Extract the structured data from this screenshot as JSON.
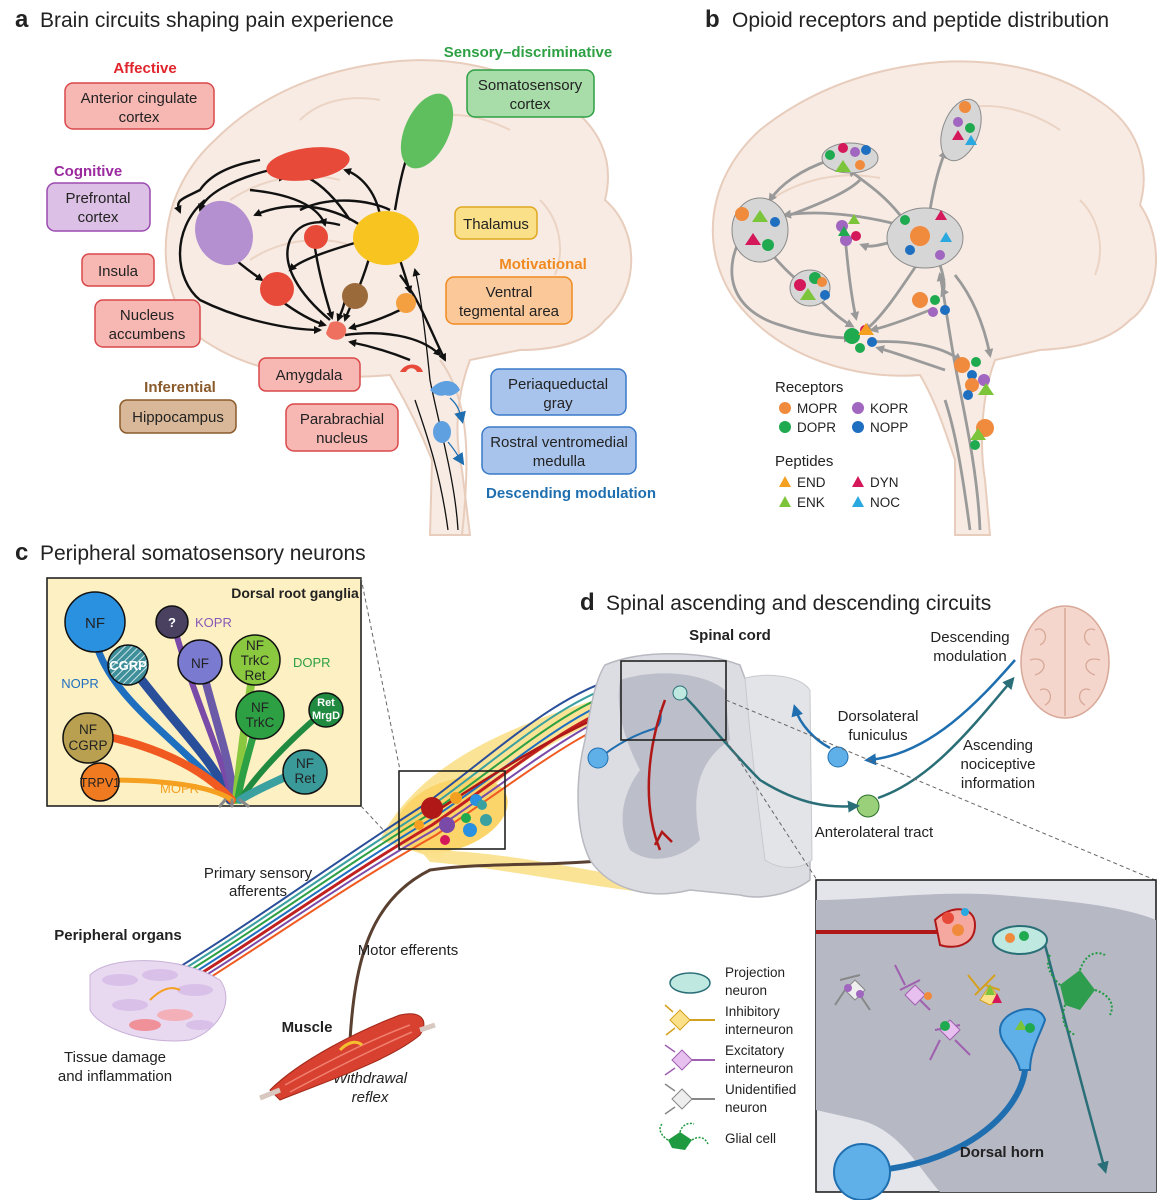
{
  "panel_a": {
    "letter": "a",
    "title": "Brain circuits shaping pain experience",
    "categories": {
      "affective": "Affective",
      "sensory": "Sensory–discriminative",
      "cognitive": "Cognitive",
      "motivational": "Motivational",
      "inferential": "Inferential",
      "descending": "Descending modulation"
    },
    "regions": {
      "acc": [
        "Anterior cingulate",
        "cortex"
      ],
      "somato": [
        "Somatosensory",
        "cortex"
      ],
      "pfc": [
        "Prefrontal",
        "cortex"
      ],
      "thalamus": "Thalamus",
      "insula": "Insula",
      "nacc": [
        "Nucleus",
        "accumbens"
      ],
      "vta": [
        "Ventral",
        "tegmental area"
      ],
      "amygdala": "Amygdala",
      "hippocampus": "Hippocampus",
      "parabrachial": [
        "Parabrachial",
        "nucleus"
      ],
      "pag": [
        "Periaqueductal",
        "gray"
      ],
      "rvm": [
        "Rostral ventromedial",
        "medulla"
      ]
    }
  },
  "panel_b": {
    "letter": "b",
    "title": "Opioid receptors and peptide distribution",
    "receptors_title": "Receptors",
    "receptors": [
      {
        "label": "MOPR",
        "color": "#f08a3c"
      },
      {
        "label": "KOPR",
        "color": "#a066c0"
      },
      {
        "label": "DOPR",
        "color": "#1faa50"
      },
      {
        "label": "NOPP",
        "color": "#1f6fc0"
      }
    ],
    "peptides_title": "Peptides",
    "peptides": [
      {
        "label": "END",
        "color": "#f5a020"
      },
      {
        "label": "DYN",
        "color": "#d4185a"
      },
      {
        "label": "ENK",
        "color": "#7cc43a"
      },
      {
        "label": "NOC",
        "color": "#2aa8e0"
      }
    ]
  },
  "panel_c": {
    "letter": "c",
    "title": "Peripheral somatosensory neurons",
    "drg_title": "Dorsal root ganglia",
    "neurons": {
      "nf1": "NF",
      "q": "?",
      "kopr": "KOPR",
      "cgrp": "CGRP",
      "nf2": "NF",
      "nf_trkc_ret": [
        "NF",
        "TrkC",
        "Ret"
      ],
      "dopr": "DOPR",
      "nopr": "NOPR",
      "ret_mrgd": [
        "Ret",
        "MrgD"
      ],
      "nf_cgrp": [
        "NF",
        "CGRP"
      ],
      "nf_trkc": [
        "NF",
        "TrkC"
      ],
      "nf_ret": [
        "NF",
        "Ret"
      ],
      "trpv1": "TRPV1",
      "mopr": "MOPR"
    },
    "primary_afferents": [
      "Primary sensory",
      "afferents"
    ],
    "peripheral_organs": "Peripheral organs",
    "motor_efferents": "Motor efferents",
    "muscle": "Muscle",
    "withdrawal": [
      "Withdrawal",
      "reflex"
    ],
    "tissue_damage": [
      "Tissue damage",
      "and inflammation"
    ]
  },
  "panel_d": {
    "letter": "d",
    "title": "Spinal ascending and descending circuits",
    "spinal_cord": "Spinal cord",
    "descending": [
      "Descending",
      "modulation"
    ],
    "dorsolateral": [
      "Dorsolateral",
      "funiculus"
    ],
    "ascending": [
      "Ascending",
      "nociceptive",
      "information"
    ],
    "anterolateral": "Anterolateral tract",
    "dorsal_horn": "Dorsal horn",
    "legend": [
      [
        "Projection",
        "neuron"
      ],
      [
        "Inhibitory",
        "interneuron"
      ],
      [
        "Excitatory",
        "interneuron"
      ],
      [
        "Unidentified",
        "neuron"
      ],
      [
        "Glial cell"
      ]
    ]
  }
}
